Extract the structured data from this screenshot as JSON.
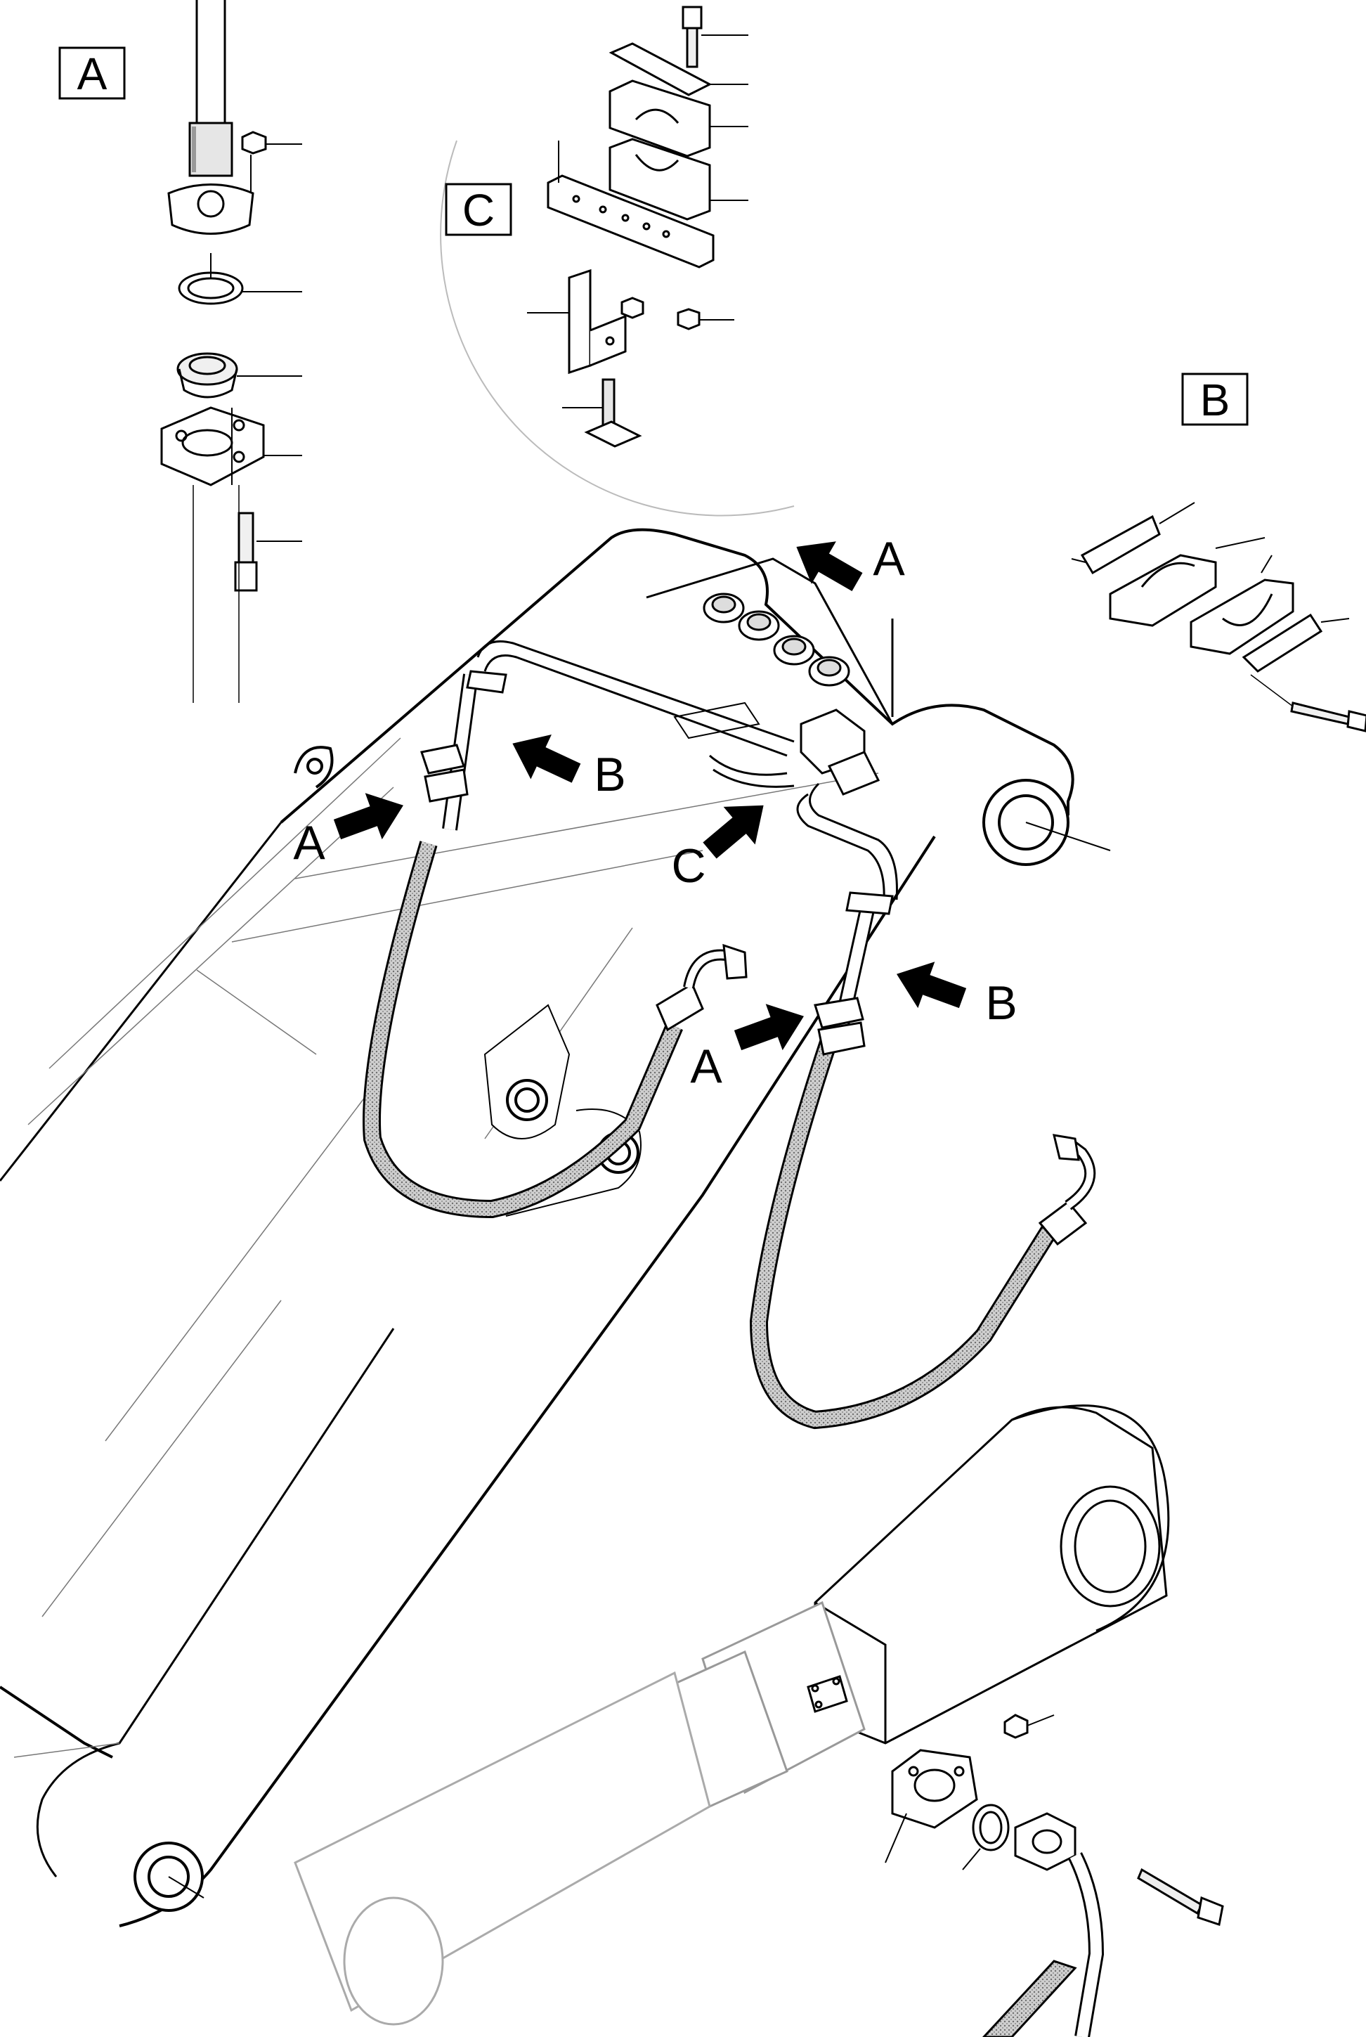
{
  "diagram": {
    "detail_boxes": [
      {
        "id": "A",
        "label": "A"
      },
      {
        "id": "B",
        "label": "B"
      },
      {
        "id": "C",
        "label": "C"
      }
    ],
    "arrow_labels": [
      {
        "id": "top-A",
        "label": "A"
      },
      {
        "id": "left-A",
        "label": "A"
      },
      {
        "id": "left-B",
        "label": "B"
      },
      {
        "id": "center-C",
        "label": "C"
      },
      {
        "id": "right-A",
        "label": "A"
      },
      {
        "id": "right-B",
        "label": "B"
      }
    ],
    "colors": {
      "line": "#000000",
      "hose": "#8a8a8a",
      "background": "#ffffff"
    }
  }
}
